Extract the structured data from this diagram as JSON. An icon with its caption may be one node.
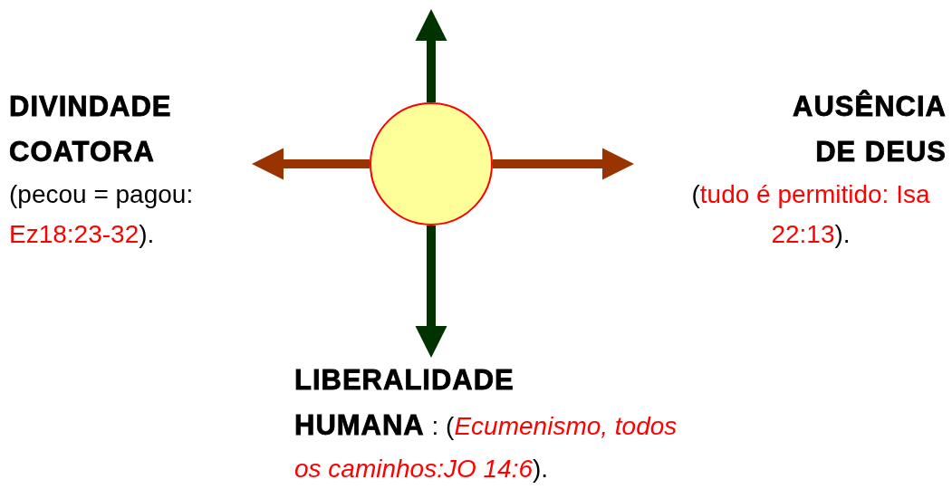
{
  "diagram": {
    "nodes": [
      {
        "text": [
          "DIVINDADE COATORA",
          "(pecou = pagou: *Ez18:23-32*)."
        ]
      },
      {
        "text": [],
        "shape": "circle"
      },
      {
        "text": [
          "AUSÊNCIA DE DEUS",
          "(*tudo é permitido: Isa 22:13*)."
        ]
      },
      {
        "text": [
          "LIBERALIDADE HUMANA",
          ": (*Ecumenismo, todos os caminhos:JO 14:6*)."
        ]
      }
    ],
    "edges": [
      {
        "from": 1,
        "to": null,
        "arrow": "to",
        "color": "#003300"
      },
      {
        "from": 1,
        "to": 0,
        "arrow": "to",
        "color": "#993300"
      },
      {
        "from": 1,
        "to": 2,
        "arrow": "to",
        "color": "#993300"
      },
      {
        "from": 1,
        "to": 3,
        "arrow": "to",
        "color": "#003300"
      }
    ]
  }
}
